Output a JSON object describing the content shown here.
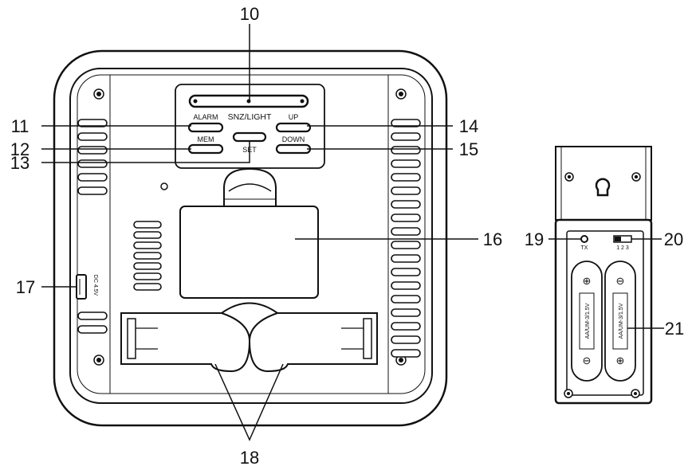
{
  "main_unit": {
    "panel_title": "SNZ/LIGHT",
    "buttons": {
      "alarm": "ALARM",
      "up": "UP",
      "mem": "MEM",
      "set": "SET",
      "down": "DOWN"
    },
    "dc_jack_label": "DC 4.5V"
  },
  "sensor_unit": {
    "tx_label": "TX",
    "switch_label": "1 2 3",
    "battery_label": "AA/UM-3/1.5V",
    "battery_plus": "⊕",
    "battery_minus": "⊖"
  },
  "callouts": {
    "c10": "10",
    "c11": "11",
    "c12": "12",
    "c13": "13",
    "c14": "14",
    "c15": "15",
    "c16": "16",
    "c17": "17",
    "c18": "18",
    "c19": "19",
    "c20": "20",
    "c21": "21"
  }
}
